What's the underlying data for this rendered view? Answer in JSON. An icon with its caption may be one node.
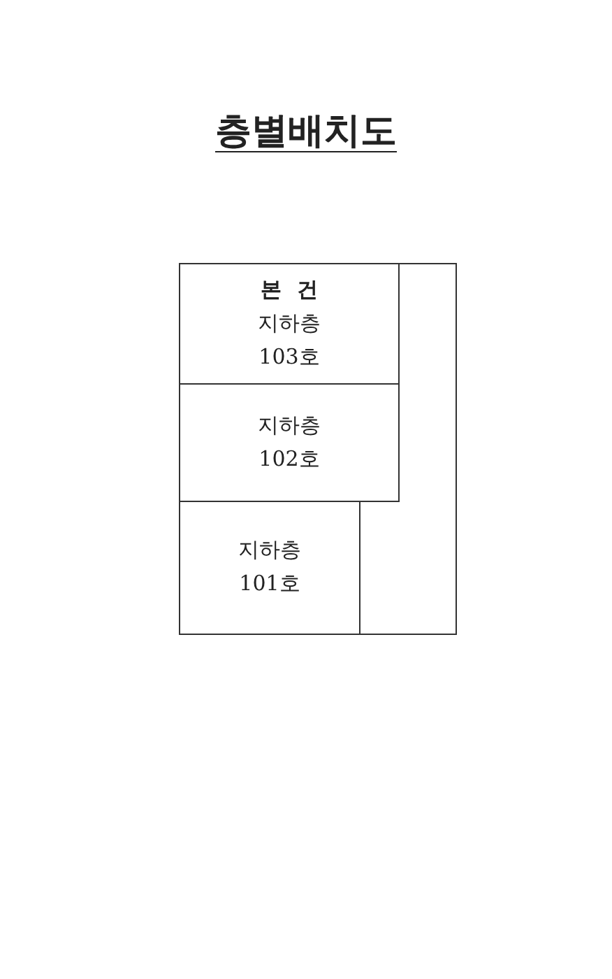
{
  "diagram": {
    "title": "층별배치도",
    "nodes": [
      {
        "text": [],
        "shape": "box"
      },
      {
        "text": [
          "본 건",
          "지하층 103호"
        ],
        "in": 0
      },
      {
        "text": [
          "지하층 102호"
        ],
        "in": 0
      },
      {
        "text": [
          "지하층 101호"
        ],
        "in": 0
      }
    ]
  }
}
